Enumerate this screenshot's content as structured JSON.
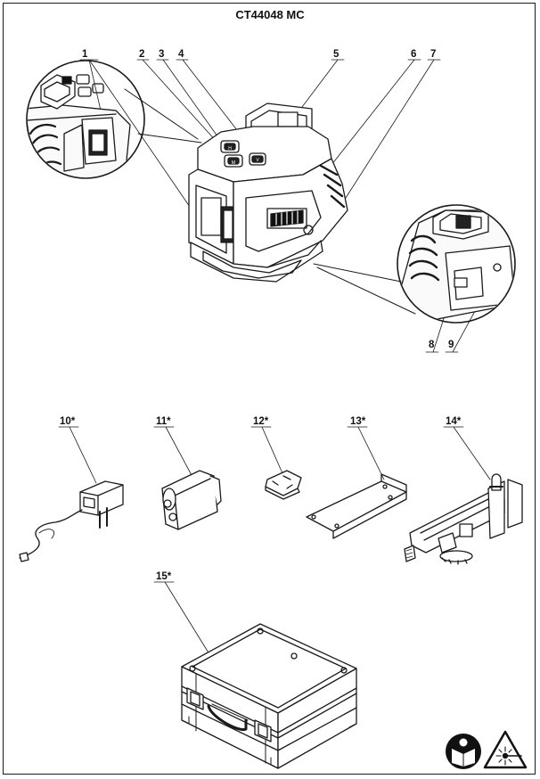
{
  "document": {
    "model_title": "CT44048 MC"
  },
  "callouts": {
    "c1": "1",
    "c2": "2",
    "c3": "3",
    "c4": "4",
    "c5": "5",
    "c6": "6",
    "c7": "7",
    "c8": "8",
    "c9": "9",
    "c10": "10*",
    "c11": "11*",
    "c12": "12*",
    "c13": "13*",
    "c14": "14*",
    "c15": "15*"
  },
  "key_labels": {
    "top_left": "H",
    "top_right": "V",
    "bottom_left": "M"
  },
  "icons": [
    "read-manual-icon",
    "laser-warning-icon"
  ]
}
